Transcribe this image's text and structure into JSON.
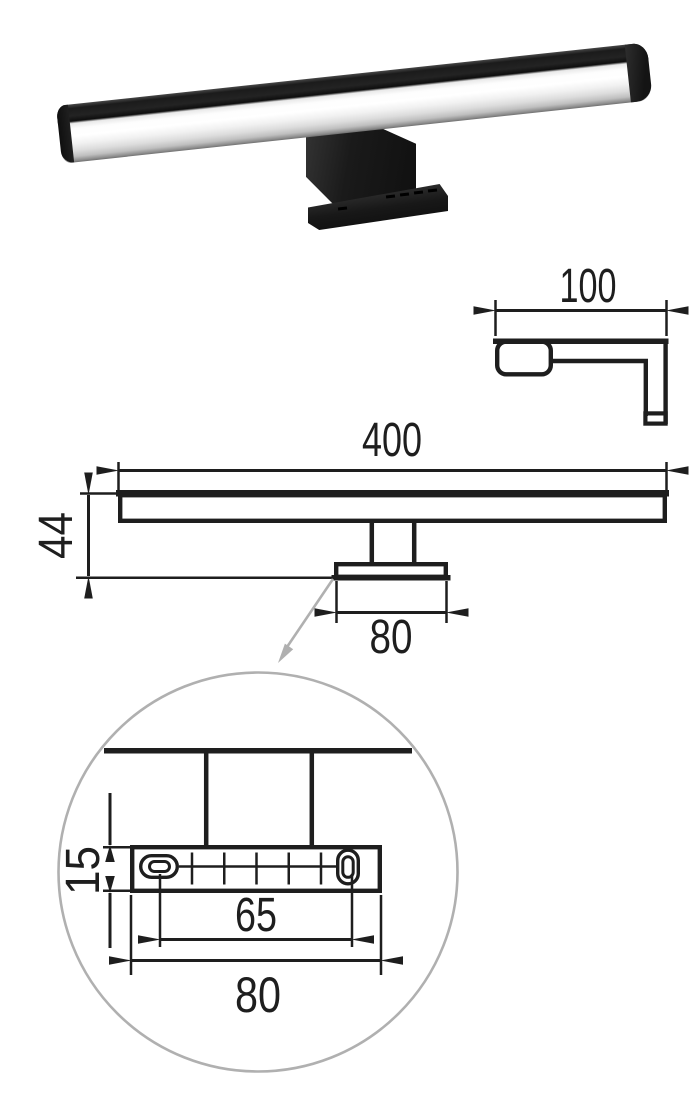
{
  "page": {
    "background_color": "#ffffff"
  },
  "photo": {
    "alt": "Black LED mirror light bar with white diffuser and mounting bracket",
    "housing_color": "#1a1a1a",
    "diffuser_color": "#f6f6f6"
  },
  "drawing": {
    "line_color": "#1e1e1e",
    "detail_gray": "#b0b0b0",
    "side_view": {
      "width_label": "100"
    },
    "front_view": {
      "length_label": "400",
      "height_label": "44",
      "foot_width_label": "80"
    },
    "detail_view": {
      "plate_thickness_label": "15",
      "slot_spacing_label": "65",
      "plate_width_label": "80"
    }
  }
}
